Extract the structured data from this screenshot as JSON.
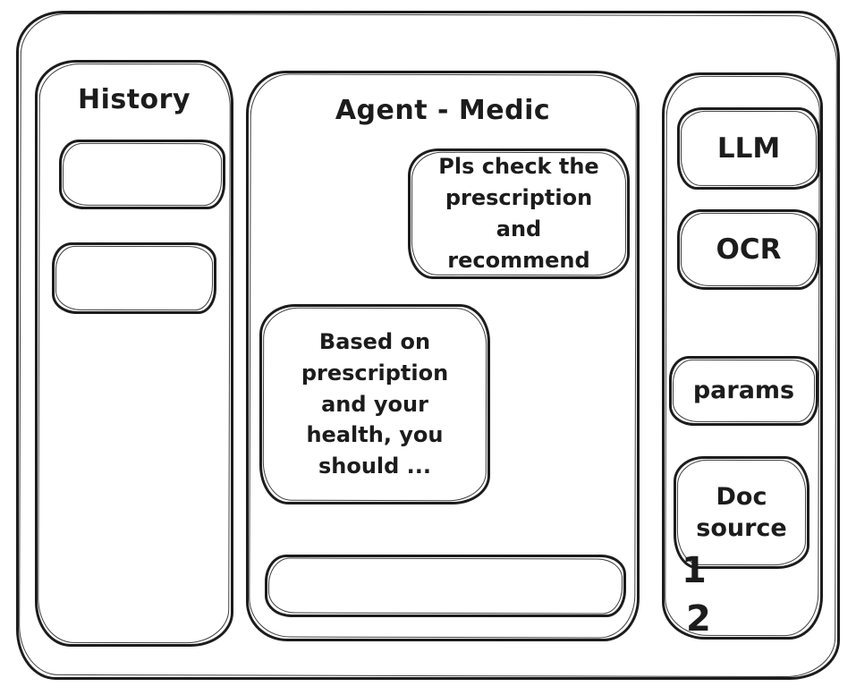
{
  "history_panel": {
    "title": "History",
    "items": [
      {
        "label": ""
      },
      {
        "label": ""
      }
    ]
  },
  "chat_panel": {
    "title": "Agent - Medic",
    "messages": [
      {
        "role": "user",
        "text": "Pls check the prescription and recommend"
      },
      {
        "role": "assistant",
        "text": "Based on prescription and your health, you should ..."
      }
    ],
    "input": {
      "value": "",
      "placeholder": ""
    }
  },
  "tools_panel": {
    "llm_button": "LLM",
    "ocr_button": "OCR",
    "params_button": "params",
    "doc_source_button": "Doc source",
    "doc_source_items": [
      "1",
      "2"
    ]
  },
  "colors": {
    "ink": "#1c1c1c",
    "background": "#ffffff"
  }
}
